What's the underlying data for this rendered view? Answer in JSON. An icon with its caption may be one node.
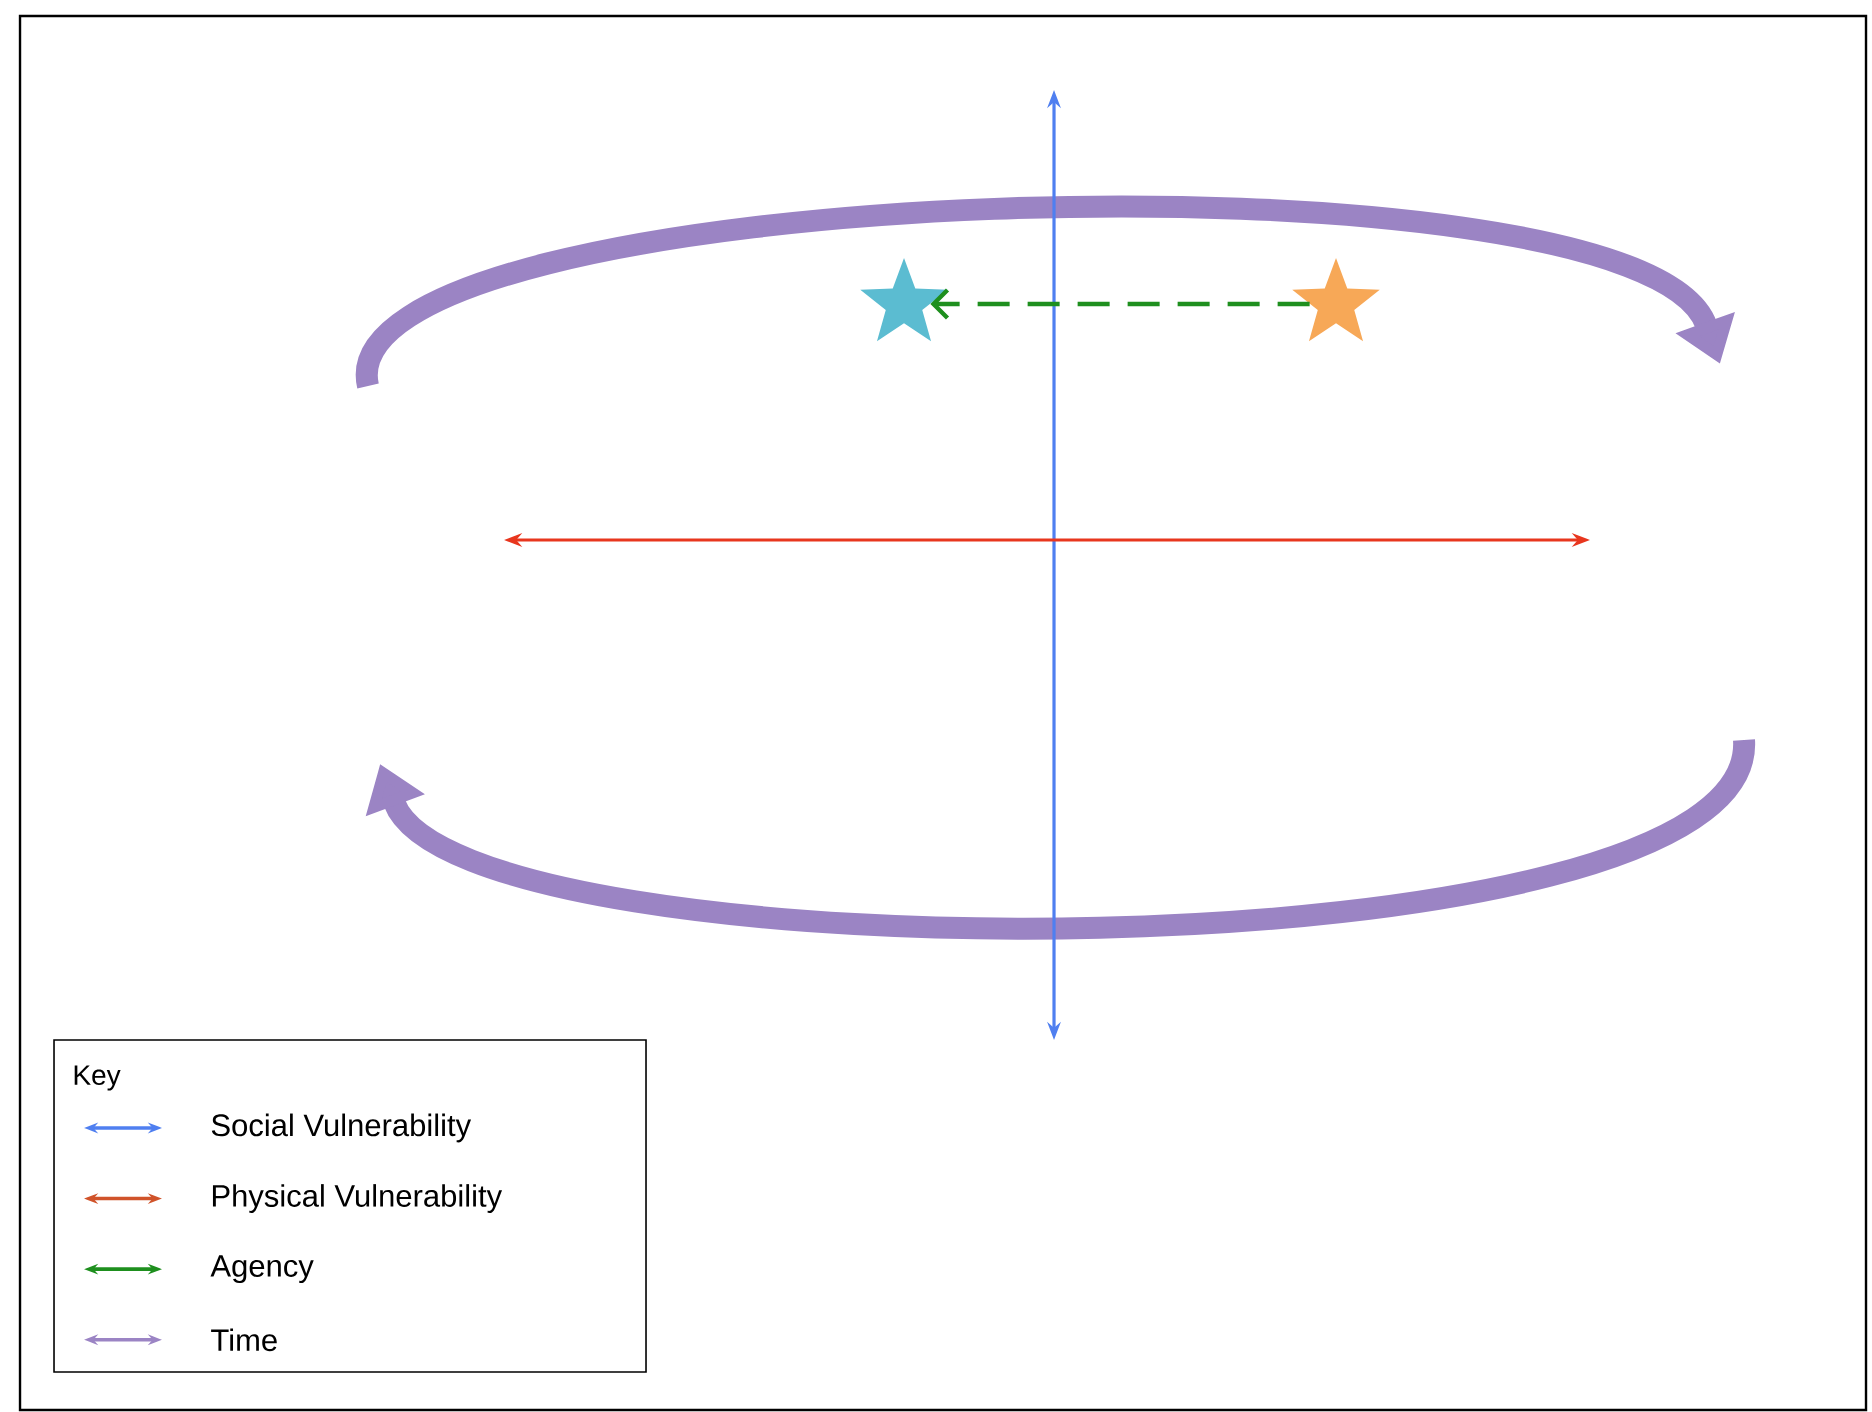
{
  "diagram": {
    "nodes": [
      {
        "text": [],
        "shape": "star"
      },
      {
        "text": [],
        "shape": "star"
      }
    ],
    "edges": [
      {
        "from": 1,
        "to": 0,
        "arrow": "to",
        "style": "dashed"
      }
    ],
    "labels": [
      "Key"
    ],
    "legend": [
      {
        "text": "Social Vulnerability"
      },
      {
        "text": "Physical Vulnerability"
      },
      {
        "text": "Agency"
      },
      {
        "text": "Time"
      }
    ]
  }
}
